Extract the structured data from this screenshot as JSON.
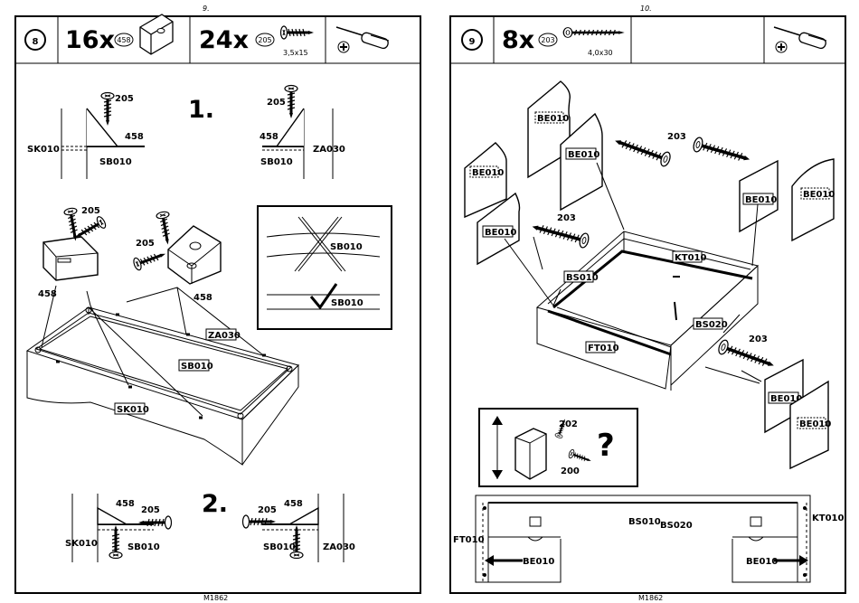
{
  "left_page": {
    "page_number": "9.",
    "step_number": "8",
    "parts": [
      {
        "qty": "16x",
        "part_id": "458"
      },
      {
        "qty": "24x",
        "part_id": "205",
        "size": "3,5x15"
      }
    ],
    "substep_1": "1.",
    "substep_2": "2.",
    "labels": {
      "sk010": "SK010",
      "sb010": "SB010",
      "za030": "ZA030",
      "p205": "205",
      "p458": "458"
    },
    "warning_box": {
      "wrong_label": "SB010",
      "right_label": "SB010"
    },
    "footer": "M1862"
  },
  "right_page": {
    "page_number": "10.",
    "step_number": "9",
    "parts": [
      {
        "qty": "8x",
        "part_id": "203",
        "size": "4,0x30"
      }
    ],
    "labels": {
      "be010": "BE010",
      "kt010": "KT010",
      "bs010": "BS010",
      "bs020": "BS020",
      "ft010": "FT010",
      "p203": "203",
      "p202": "202",
      "p200": "200"
    },
    "help_symbol": "?",
    "footer": "M1862"
  }
}
